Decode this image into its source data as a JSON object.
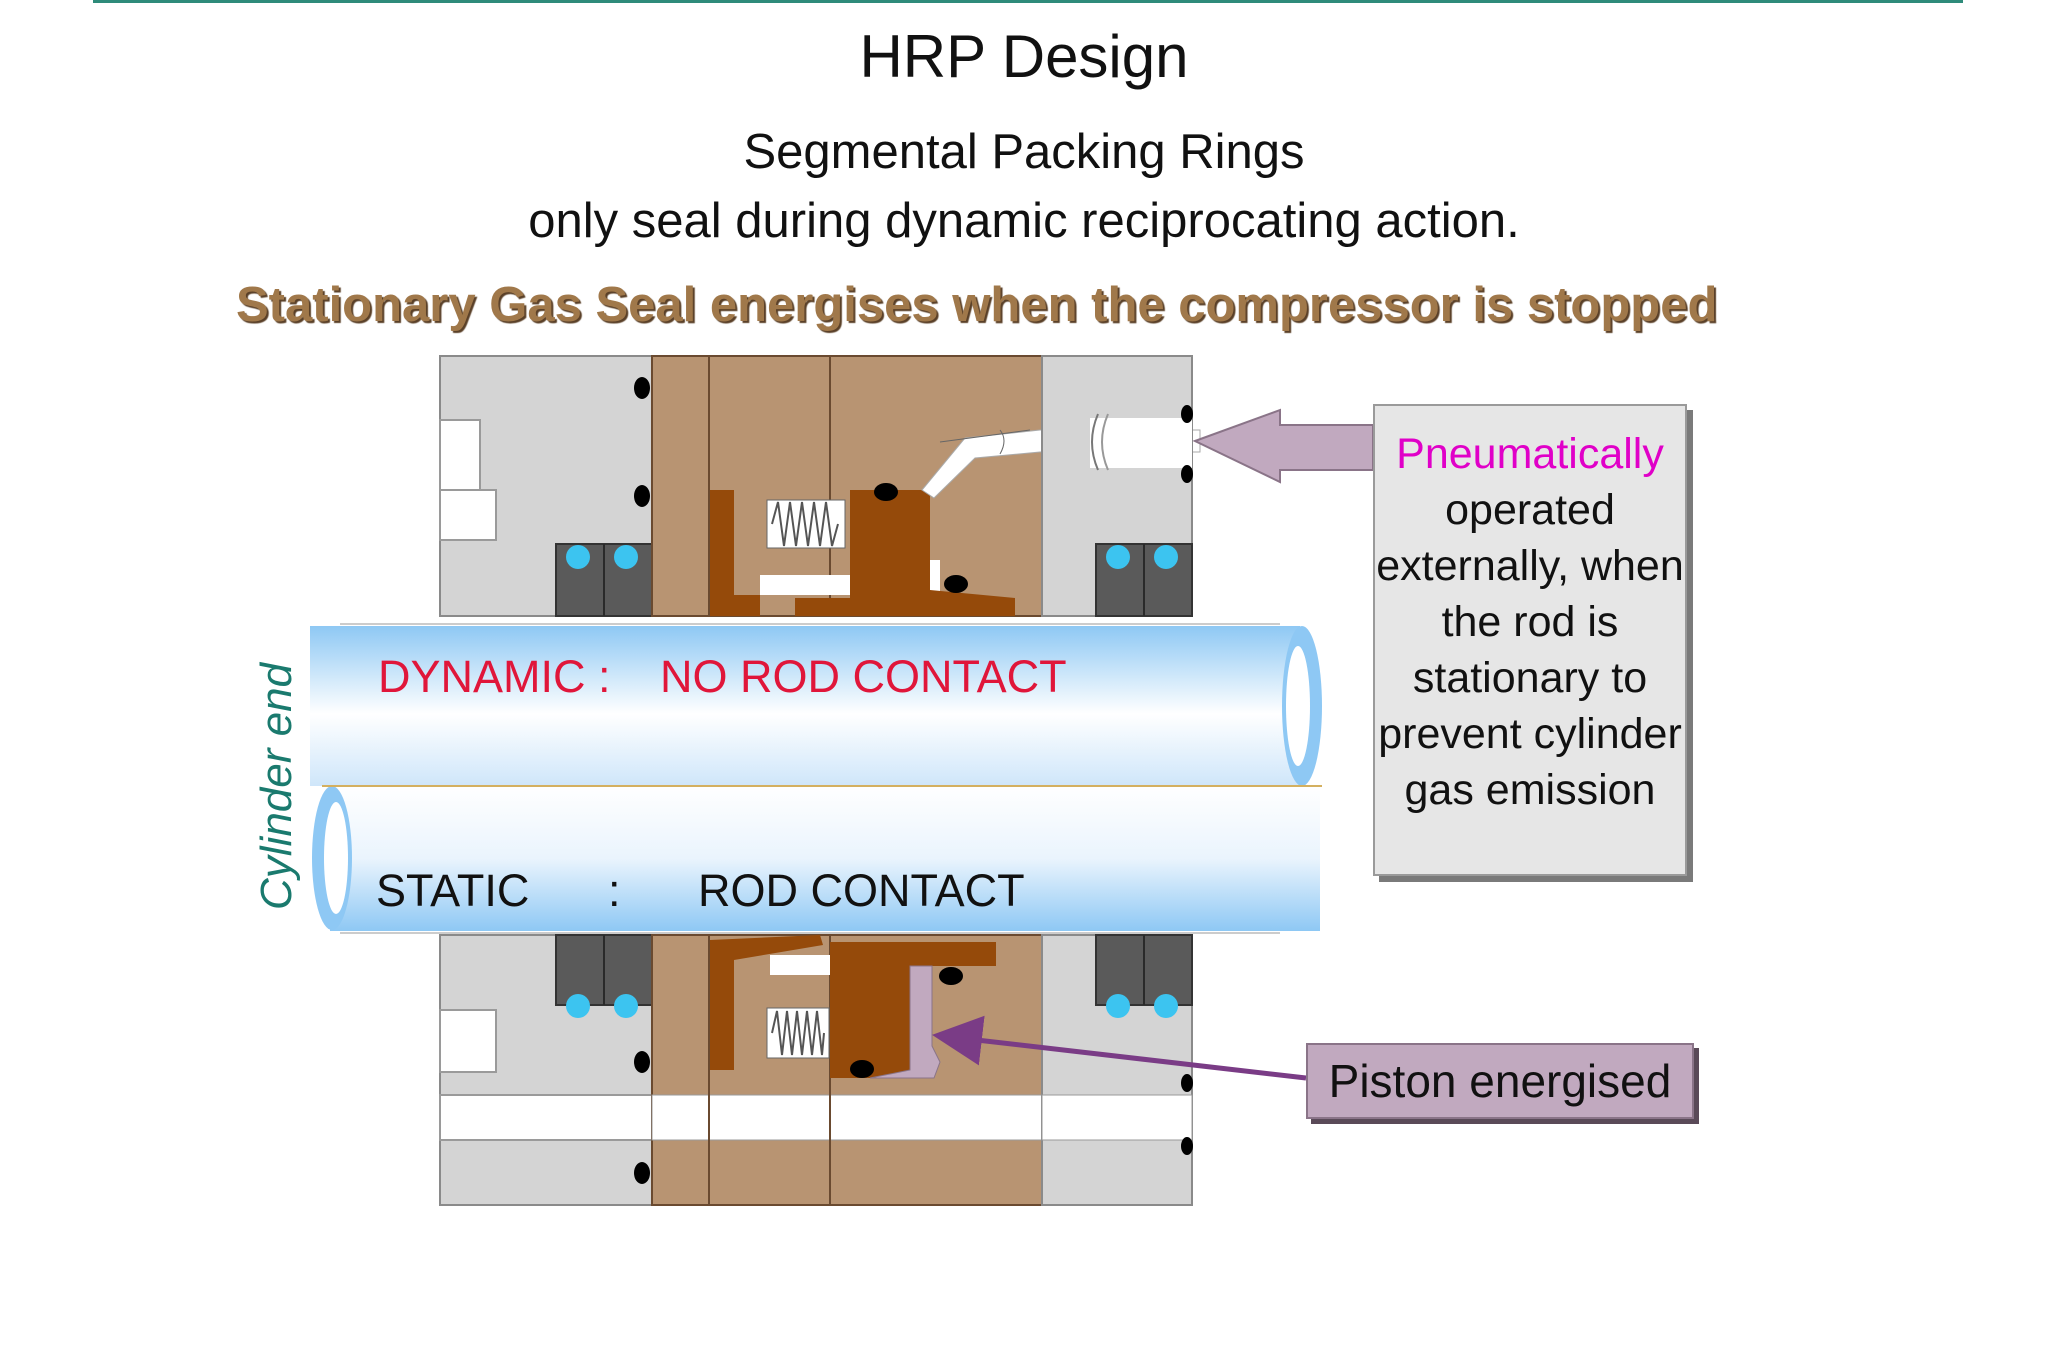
{
  "title": "HRP Design",
  "subtitle_line1": "Segmental Packing Rings",
  "subtitle_line2": "only seal during dynamic reciprocating action.",
  "stationary_note": "Stationary Gas Seal energises when the compressor is stopped",
  "rod": {
    "dynamic_label": "DYNAMIC :",
    "dynamic_value": "NO ROD CONTACT",
    "static_label": "STATIC",
    "static_colon": ":",
    "static_value": "ROD CONTACT"
  },
  "side_label": "Cylinder end",
  "callout_pneumatic": {
    "highlight": "Pneumatically",
    "body": "operated externally, when the rod is stationary to prevent cylinder gas emission"
  },
  "callout_piston": "Piston energised",
  "colors": {
    "accent_rule": "#2e8b7a",
    "stationary_text": "#a0784a",
    "dynamic_text": "#e0163a",
    "pneumatic_text": "#e000c8",
    "side_label": "#1a7a6e",
    "housing": "#d4d4d4",
    "packing": "#b89472",
    "piston": "#954a0a",
    "o_ring": "#3cc4f0"
  }
}
